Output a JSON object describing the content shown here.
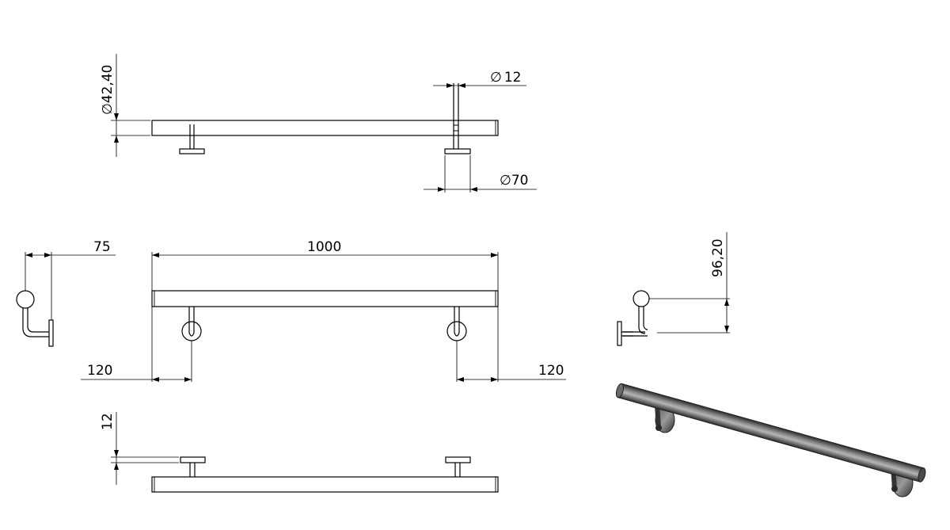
{
  "dimensions": {
    "tube_diameter": "42,40",
    "rod_diameter": "12",
    "plate_diameter": "70",
    "wall_offset": "75",
    "length": "1000",
    "end_offset_left": "120",
    "end_offset_right": "120",
    "height": "96,20",
    "plate_thickness": "12"
  },
  "diameter_symbol": "∅",
  "colors": {
    "line": "#000000",
    "background": "#ffffff",
    "render_dark": "#3a3a3a",
    "render_light": "#9a9a9a"
  }
}
